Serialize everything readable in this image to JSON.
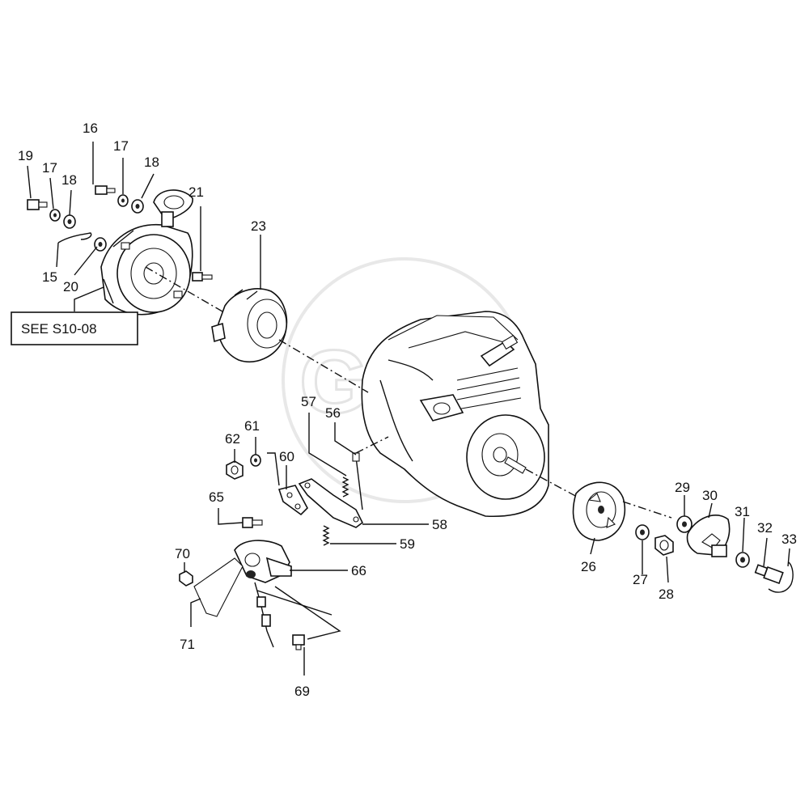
{
  "diagram": {
    "reference_box": "SEE S10-08",
    "labels": {
      "p15": "15",
      "p16": "16",
      "p17a": "17",
      "p17b": "17",
      "p18a": "18",
      "p18b": "18",
      "p19": "19",
      "p20": "20",
      "p21": "21",
      "p23": "23",
      "p26": "26",
      "p27": "27",
      "p28": "28",
      "p29": "29",
      "p30": "30",
      "p31": "31",
      "p32": "32",
      "p33": "33",
      "p56": "56",
      "p57": "57",
      "p58": "58",
      "p59": "59",
      "p60": "60",
      "p61": "61",
      "p62": "62",
      "p65": "65",
      "p66": "66",
      "p69": "69",
      "p70": "70",
      "p71": "71"
    }
  }
}
